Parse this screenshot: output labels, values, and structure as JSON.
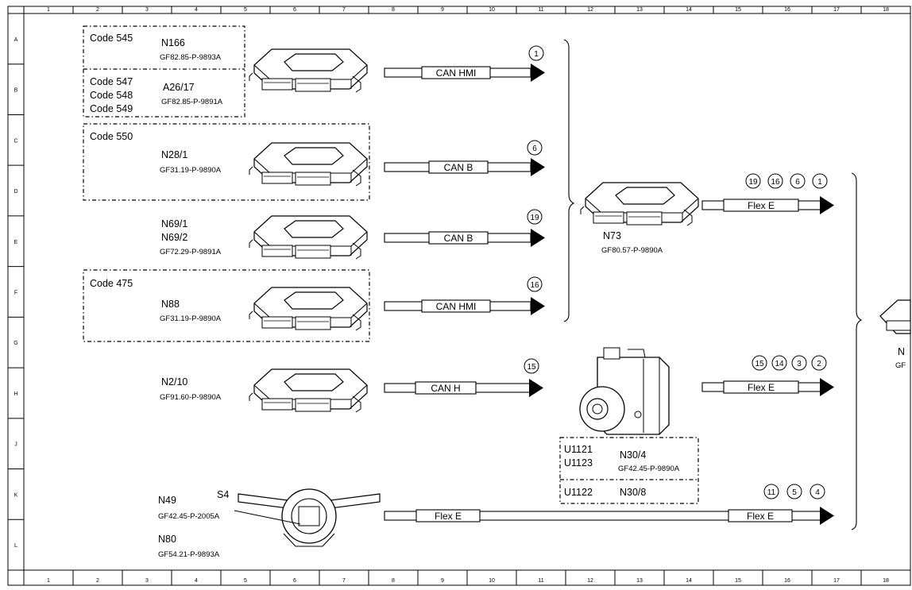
{
  "grid": {
    "columns": [
      "1",
      "2",
      "3",
      "4",
      "5",
      "6",
      "7",
      "8",
      "9",
      "10",
      "11",
      "12",
      "13",
      "14",
      "15",
      "16",
      "17",
      "18"
    ],
    "rows": [
      "A",
      "B",
      "C",
      "D",
      "E",
      "F",
      "G",
      "H",
      "J",
      "K",
      "L"
    ]
  },
  "labels": {
    "code_545": "Code 545",
    "n166": "N166",
    "n166_ref": "GF82.85-P-9893A",
    "code_547": "Code 547",
    "code_548": "Code 548",
    "code_549": "Code 549",
    "a26_17": "A26/17",
    "a26_17_ref": "GF82.85-P-9891A",
    "code_550": "Code 550",
    "n28_1": "N28/1",
    "n28_1_ref": "GF31.19-P-9890A",
    "n69_1": "N69/1",
    "n69_2": "N69/2",
    "n69_ref": "GF72.29-P-9891A",
    "code_475": "Code 475",
    "n88": "N88",
    "n88_ref": "GF31.19-P-9890A",
    "n2_10": "N2/10",
    "n2_10_ref": "GF91.60-P-9890A",
    "n49": "N49",
    "n49_ref": "GF42.45-P-2005A",
    "s4": "S4",
    "n80": "N80",
    "n80_ref": "GF54.21-P-9893A",
    "n73": "N73",
    "n73_ref": "GF80.57-P-9890A",
    "u1121": "U1121",
    "u1123": "U1123",
    "n30_4": "N30/4",
    "n30_4_ref": "GF42.45-P-9890A",
    "u1122": "U1122",
    "n30_8": "N30/8",
    "right_comp": "N",
    "right_ref": "GF"
  },
  "buses": {
    "can_hmi_1": "CAN HMI",
    "can_b_6": "CAN B",
    "can_b_19": "CAN B",
    "can_hmi_16": "CAN HMI",
    "can_h_15": "CAN H",
    "flex_e_n73": "Flex E",
    "flex_e_n30": "Flex E",
    "flex_e_left": "Flex E",
    "flex_e_right": "Flex E"
  },
  "circles": {
    "c1": "1",
    "c6": "6",
    "c19": "19",
    "c16": "16",
    "c15": "15",
    "n73_group": [
      "19",
      "16",
      "6",
      "1"
    ],
    "n30_group": [
      "15",
      "14",
      "3",
      "2"
    ],
    "bottom_group": [
      "11",
      "5",
      "4"
    ]
  }
}
